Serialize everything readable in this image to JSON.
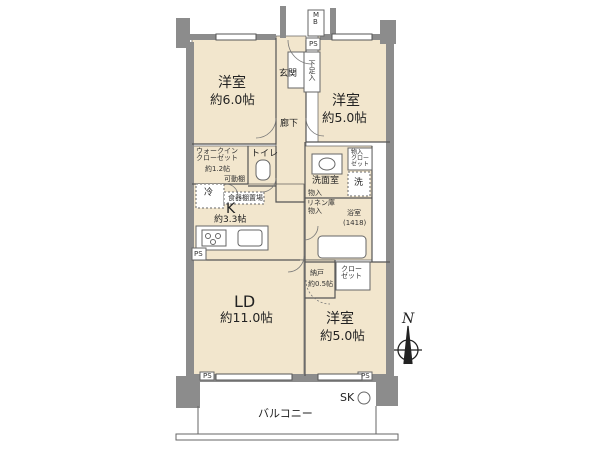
{
  "colors": {
    "floor": "#f2e6cd",
    "wall": "#8c8c8c",
    "outline": "#444444",
    "background": "#ffffff"
  },
  "rooms": {
    "west_bedroom": {
      "name": "洋室",
      "area": "約6.0帖"
    },
    "east_bedroom_north": {
      "name": "洋室",
      "area": "約5.0帖"
    },
    "east_bedroom_south": {
      "name": "洋室",
      "area": "約5.0帖"
    },
    "living_dining": {
      "name": "LD",
      "area": "約11.0帖"
    },
    "kitchen": {
      "name": "K",
      "area": "約3.3帖"
    },
    "walk_in_closet": {
      "name": "ウォークイン\nクローゼット",
      "area": "約1.2帖"
    }
  },
  "labels": {
    "genkan": "玄関",
    "geta": "下足入",
    "corridor": "廊下",
    "toilet": "トイレ",
    "washroom": "洗面室",
    "bath": "浴室",
    "bath_size": "(1418)",
    "washer": "洗",
    "fridge": "冷",
    "pantry": "食器棚置場",
    "shelf": "可動棚",
    "nando": "納戸",
    "nando_area": "約0.5帖",
    "closet_bottom": "クロー\nゼット",
    "closet_top": "物入\nクロー\nゼット",
    "storage1": "物入",
    "storage2": "物入",
    "linen": "リネン庫",
    "ps": "PS",
    "mb": "M\nB",
    "balcony": "バルコニー",
    "sk": "SK",
    "north": "N"
  }
}
